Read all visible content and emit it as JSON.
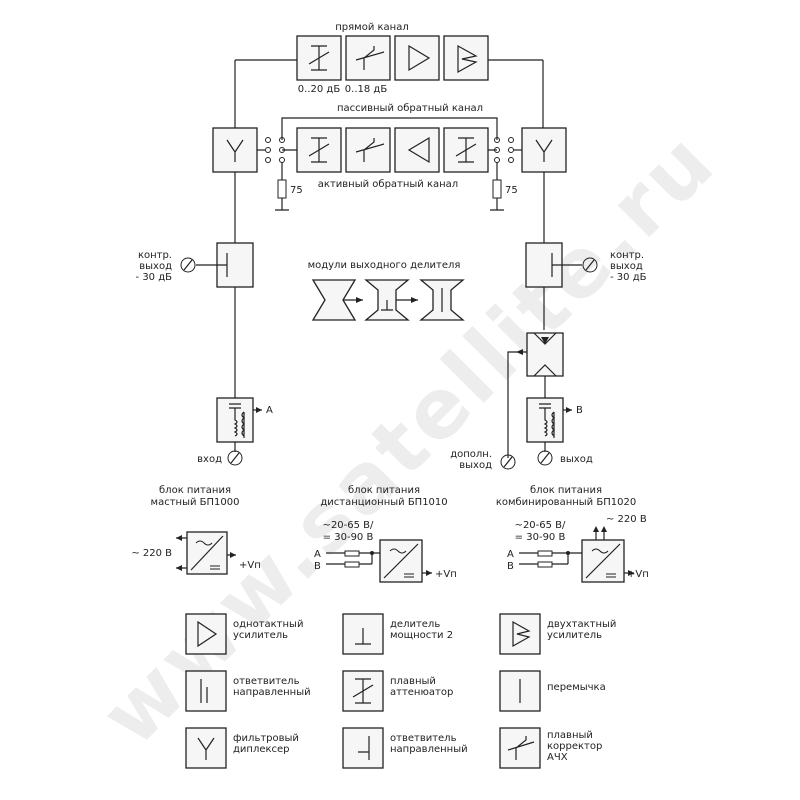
{
  "watermark": "www.satellite.ru",
  "labels": {
    "direct_channel": "прямой канал",
    "attn_range": "0..20 дБ",
    "corr_range": "0..18 дБ",
    "passive_return": "пассивный обратный канал",
    "active_return": "активный обратный канал",
    "term_left": "75",
    "term_right": "75",
    "ctrl_out_left": [
      "контр.",
      "выход",
      "- 30 дБ"
    ],
    "ctrl_out_right": [
      "контр.",
      "выход",
      "- 30 дБ"
    ],
    "splitter_modules": "модули выходного делителя",
    "input": "вход",
    "port_a": "A",
    "port_b": "B",
    "aux_out": [
      "дополн.",
      "выход"
    ],
    "output": "выход"
  },
  "power_supplies": {
    "mast": {
      "title": [
        "блок питания",
        "мастный БП1000"
      ],
      "voltage": "~ 220 В",
      "vout": "+Vп"
    },
    "remote": {
      "title": [
        "блок питания",
        "дистанционный БП1010"
      ],
      "voltage": [
        "~20-65 В/",
        "= 30-90 В"
      ],
      "port_a": "A",
      "port_b": "B",
      "vout": "+Vп"
    },
    "combined": {
      "title": [
        "блок питания",
        "комбинированный БП1020"
      ],
      "voltage_top": "~ 220 В",
      "voltage": [
        "~20-65 В/",
        "= 30-90 В"
      ],
      "port_a": "A",
      "port_b": "B",
      "vout": "+Vп"
    }
  },
  "legend": [
    {
      "icon": "single-amp",
      "text": [
        "однотактный",
        "усилитель"
      ]
    },
    {
      "icon": "power-divider",
      "text": [
        "делитель",
        "мощности 2"
      ]
    },
    {
      "icon": "push-pull-amp",
      "text": [
        "двухтактный",
        "усилитель"
      ]
    },
    {
      "icon": "dir-coupler",
      "text": [
        "ответвитель",
        "направленный"
      ]
    },
    {
      "icon": "smooth-attenuator",
      "text": [
        "плавный",
        "аттенюатор"
      ]
    },
    {
      "icon": "jumper",
      "text": [
        "перемычка"
      ]
    },
    {
      "icon": "diplexer",
      "text": [
        "фильтровый",
        "диплексер"
      ]
    },
    {
      "icon": "dir-coupler-2",
      "text": [
        "ответвитель",
        "направленный"
      ]
    },
    {
      "icon": "eq-corrector",
      "text": [
        "плавный",
        "корректор",
        "АЧХ"
      ]
    }
  ]
}
